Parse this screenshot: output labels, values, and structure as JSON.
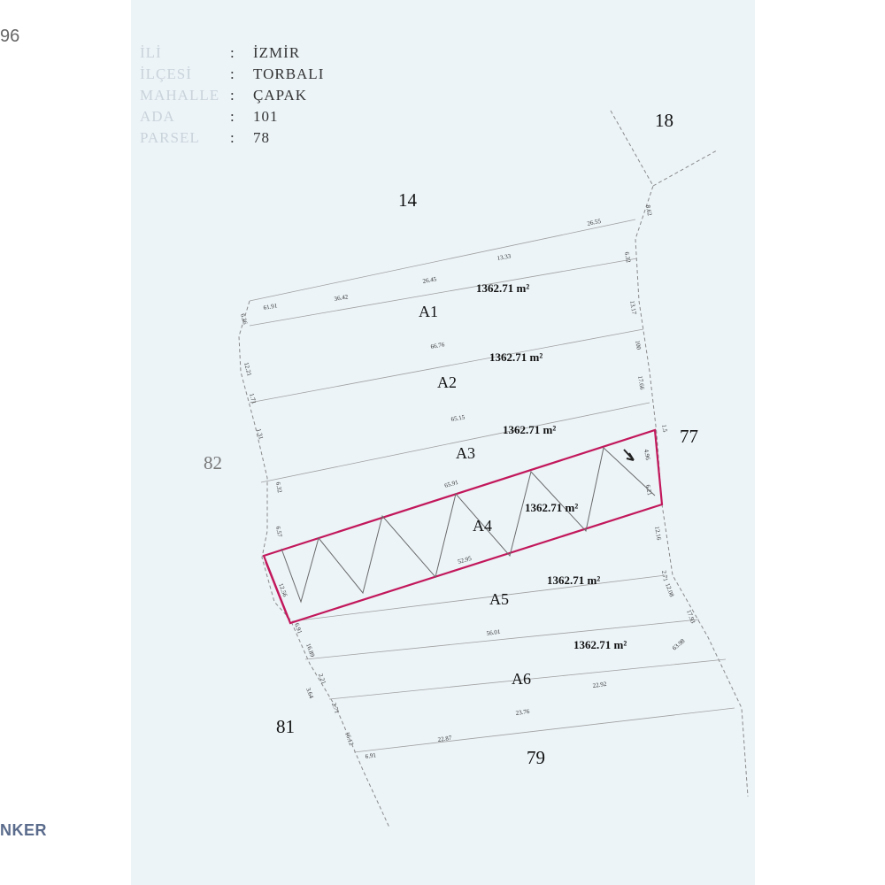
{
  "edge_number": "96",
  "edge_logo": "NKER",
  "header": [
    {
      "label": "İLİ",
      "value": "İZMİR"
    },
    {
      "label": "İLÇESİ",
      "value": "TORBALI"
    },
    {
      "label": "MAHALLE",
      "value": "ÇAPAK"
    },
    {
      "label": "ADA",
      "value": "101"
    },
    {
      "label": "PARSEL",
      "value": "78"
    }
  ],
  "header_colon": ":",
  "neighbors": {
    "n18": "18",
    "n14": "14",
    "n77": "77",
    "n82": "82",
    "n81": "81",
    "n79": "79"
  },
  "parcels": [
    {
      "name": "A1",
      "area": "1362.71 m²"
    },
    {
      "name": "A2",
      "area": "1362.71 m²"
    },
    {
      "name": "A3",
      "area": "1362.71 m²"
    },
    {
      "name": "A4",
      "area": "1362.71 m²"
    },
    {
      "name": "A5",
      "area": "1362.71 m²"
    },
    {
      "name": "A6",
      "area": "1362.71 m²"
    }
  ],
  "highlighted_parcel": "A4",
  "colors": {
    "highlight": "#c2185b",
    "lines": "#7a7a7a",
    "text": "#111111"
  },
  "dimensions": {
    "d1": "26.55",
    "d2": "13.33",
    "d3": "26.45",
    "d4": "36.42",
    "d5": "61.91",
    "d6": "66.76",
    "d7": "65.15",
    "d8": "65.91",
    "d9": "52.95",
    "d10": "56.01",
    "d11": "22.92",
    "d12": "23.76",
    "d13": "22.87",
    "d14": "6.91",
    "r1": "8.62",
    "r2": "6.32",
    "r3": "13.17",
    "r4": "100",
    "r5": "17.66",
    "r6": "1.5",
    "r7": "4.96",
    "r8": "6.21",
    "r9": "12.16",
    "r10": "2.71",
    "r11": "17.93",
    "r12": "63.98",
    "r13": "12.08",
    "l1": "6.26",
    "l2": "12.21",
    "l3": "1.71",
    "l4": "1.31",
    "l5": "6.32",
    "l6": "6.57",
    "l7": "12.56",
    "l8": "6.91",
    "l9": "16.89",
    "l10": "2.21",
    "l11": "3.64",
    "l12": "2.71",
    "l13": "16.12"
  }
}
